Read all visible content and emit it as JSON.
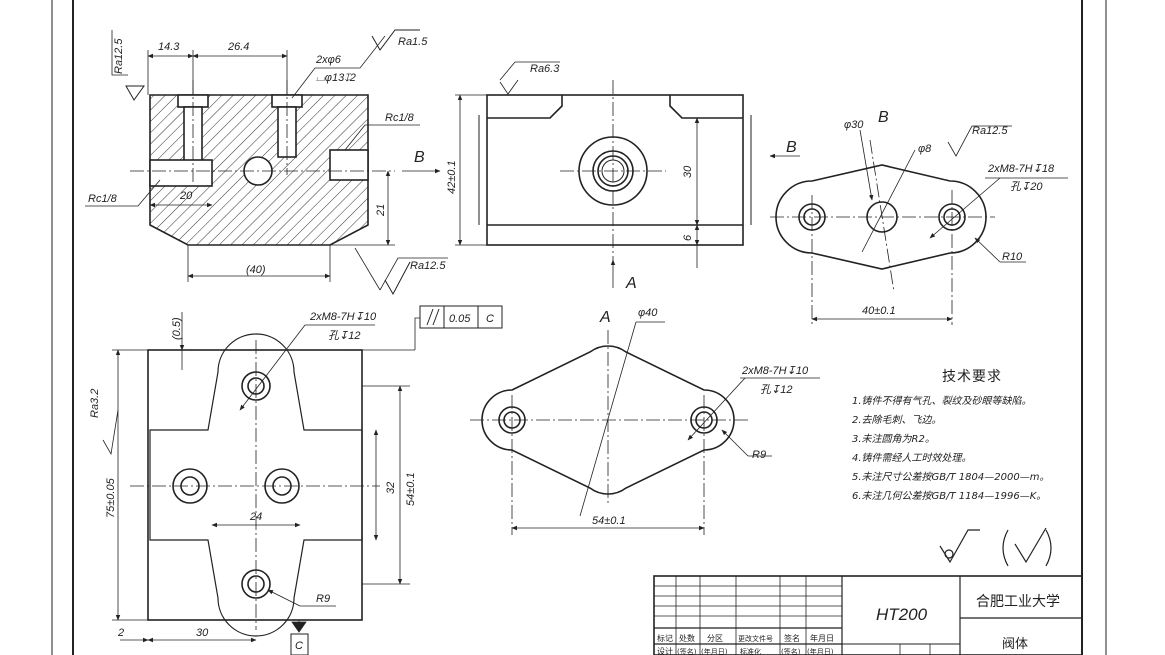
{
  "section_view": {
    "top_dims": [
      "14.3",
      "26.4"
    ],
    "holes_note": "2xφ6",
    "counterbore_note": "⌴φ13↧2",
    "roughness_top": "Ra1.5",
    "roughness_left": "Ra12.5",
    "thread_left": "Rc1/8",
    "thread_right": "Rc1/8",
    "dim_20": "20",
    "dim_21": "21",
    "dim_40": "(40)",
    "roughness_bottom": "Ra12.5",
    "view_marker_b": "B"
  },
  "front_view": {
    "roughness": "Ra6.3",
    "height_dim": "42±0.1",
    "dim_30": "30",
    "dim_6": "6",
    "view_marker_a": "A"
  },
  "side_view": {
    "view_marker_b": "B",
    "dia_30": "φ30",
    "dia_8": "φ8",
    "label_b": "B",
    "roughness": "Ra12.5",
    "thread_note": "2xM8-7H↧18",
    "thread_note_2": "孔↧20",
    "radius": "R10",
    "width_dim": "40±0.1"
  },
  "plan_view": {
    "dim_05": "(0.5)",
    "thread_note": "2xM8-7H↧10",
    "thread_note_2": "孔↧12",
    "roughness": "Ra3.2",
    "parallel_tolerance": "0.05",
    "parallel_datum": "C",
    "dim_75": "75±0.05",
    "dim_32": "32",
    "dim_54": "54±0.1",
    "dim_24": "24",
    "radius": "R9",
    "dim_2": "2",
    "dim_30": "30",
    "datum_c": "C"
  },
  "view_a": {
    "label": "A",
    "dia_40": "φ40",
    "thread_note": "2xM8-7H↧10",
    "thread_note_2": "孔↧12",
    "radius": "R9",
    "width_dim": "54±0.1"
  },
  "technical_requirements": {
    "title": "技术要求",
    "items": [
      "1.铸件不得有气孔、裂纹及砂眼等缺陷。",
      "2.去除毛刺、飞边。",
      "3.未注圆角为R2。",
      "4.铸件需经人工时效处理。",
      "5.未注尺寸公差按GB/T 1804—2000—m。",
      "6.未注几何公差按GB/T 1184—1996—K。"
    ]
  },
  "title_block": {
    "material": "HT200",
    "school": "合肥工业大学",
    "part_name": "阀体",
    "headers": [
      "标记",
      "处数",
      "分区",
      "更改文件号",
      "签名",
      "年月日"
    ],
    "row2": [
      "设计",
      "(签名)",
      "(年月日)",
      "标准化",
      "(签名)",
      "(年月日)"
    ]
  }
}
